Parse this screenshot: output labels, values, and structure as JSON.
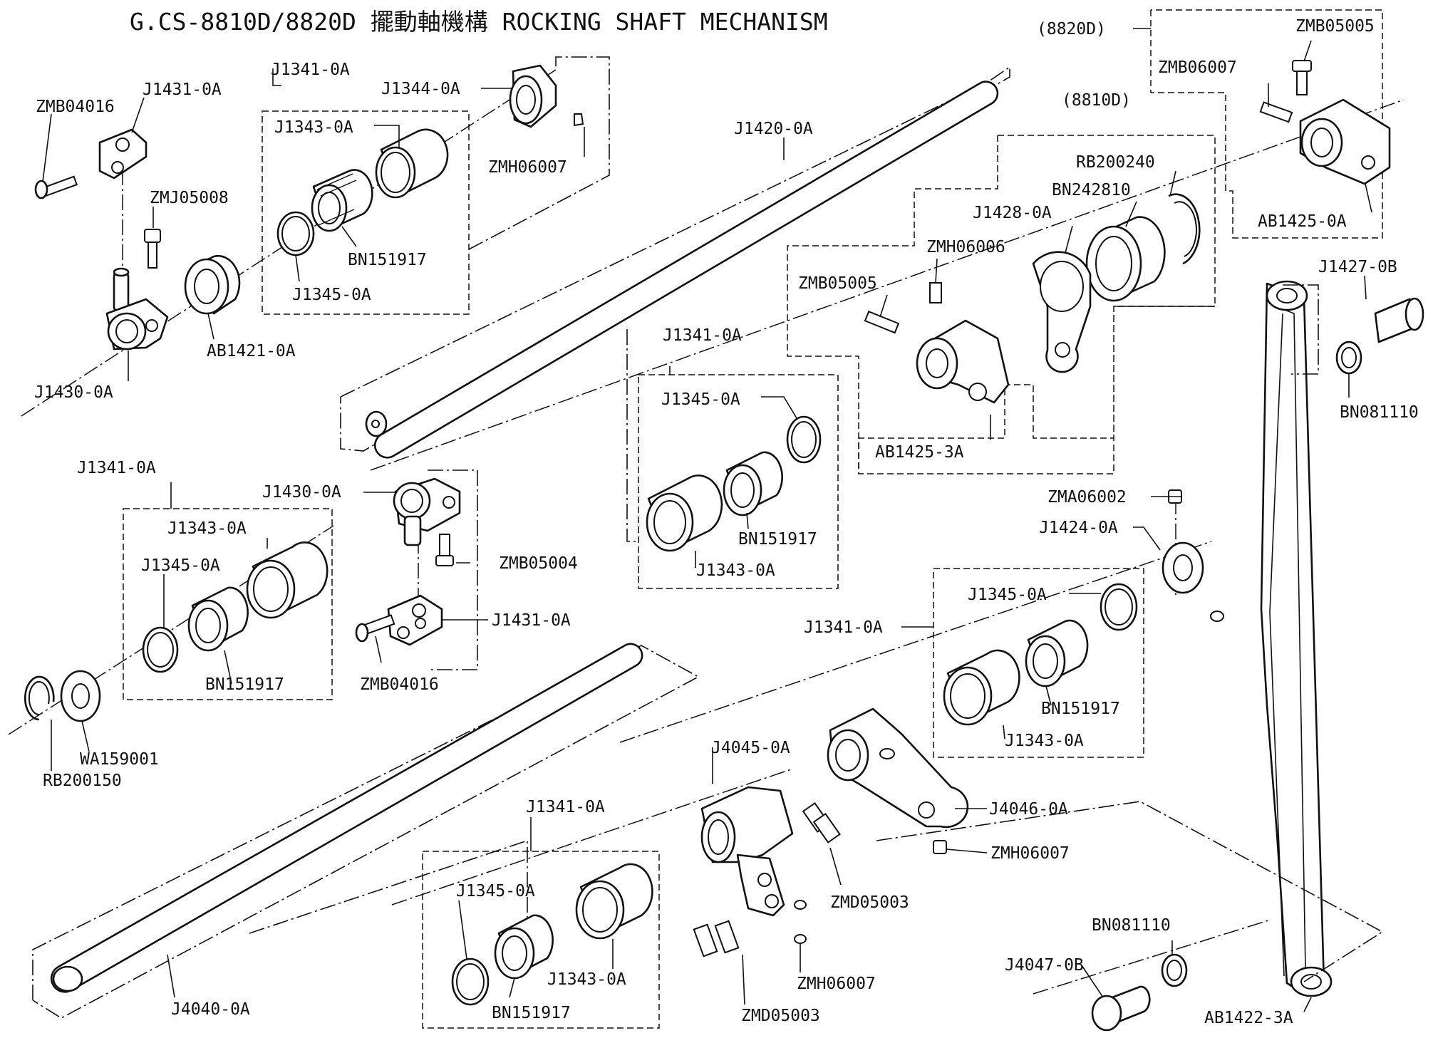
{
  "title": "G.CS-8810D/8820D 擺動軸機構 ROCKING SHAFT MECHANISM",
  "variants": {
    "v8820": "(8820D)",
    "v8810": "(8810D)"
  },
  "labels": [
    {
      "id": "l1",
      "text": "ZMB04016"
    },
    {
      "id": "l2",
      "text": "J1431-0A"
    },
    {
      "id": "l3",
      "text": "J1341-0A"
    },
    {
      "id": "l4",
      "text": "J1344-0A"
    },
    {
      "id": "l5",
      "text": "J1343-0A"
    },
    {
      "id": "l6",
      "text": "ZMH06007"
    },
    {
      "id": "l7",
      "text": "ZMJ05008"
    },
    {
      "id": "l8",
      "text": "BN151917"
    },
    {
      "id": "l9",
      "text": "J1345-0A"
    },
    {
      "id": "l10",
      "text": "AB1421-0A"
    },
    {
      "id": "l11",
      "text": "J1430-0A"
    },
    {
      "id": "l12",
      "text": "J1420-0A"
    },
    {
      "id": "l13",
      "text": "ZMB05005"
    },
    {
      "id": "l14",
      "text": "ZMB06007"
    },
    {
      "id": "l15",
      "text": "AB1425-0A"
    },
    {
      "id": "l16",
      "text": "RB200240"
    },
    {
      "id": "l17",
      "text": "BN242810"
    },
    {
      "id": "l18",
      "text": "J1428-0A"
    },
    {
      "id": "l19",
      "text": "ZMH06006"
    },
    {
      "id": "l20",
      "text": "ZMB05005"
    },
    {
      "id": "l21",
      "text": "AB1425-3A"
    },
    {
      "id": "l22",
      "text": "J1427-0B"
    },
    {
      "id": "l23",
      "text": "BN081110"
    },
    {
      "id": "l24",
      "text": "J1341-0A"
    },
    {
      "id": "l25",
      "text": "J1345-0A"
    },
    {
      "id": "l26",
      "text": "BN151917"
    },
    {
      "id": "l27",
      "text": "J1343-0A"
    },
    {
      "id": "l28",
      "text": "J1341-0A"
    },
    {
      "id": "l29",
      "text": "J1430-0A"
    },
    {
      "id": "l30",
      "text": "J1343-0A"
    },
    {
      "id": "l31",
      "text": "J1345-0A"
    },
    {
      "id": "l32",
      "text": "ZMB05004"
    },
    {
      "id": "l33",
      "text": "J1431-0A"
    },
    {
      "id": "l34",
      "text": "BN151917"
    },
    {
      "id": "l35",
      "text": "ZMB04016"
    },
    {
      "id": "l36",
      "text": "WA159001"
    },
    {
      "id": "l37",
      "text": "RB200150"
    },
    {
      "id": "l38",
      "text": "ZMA06002"
    },
    {
      "id": "l39",
      "text": "J1424-0A"
    },
    {
      "id": "l40",
      "text": "J1345-0A"
    },
    {
      "id": "l41",
      "text": "J1341-0A"
    },
    {
      "id": "l42",
      "text": "BN151917"
    },
    {
      "id": "l43",
      "text": "J1343-0A"
    },
    {
      "id": "l44",
      "text": "J4045-0A"
    },
    {
      "id": "l45",
      "text": "J4046-0A"
    },
    {
      "id": "l46",
      "text": "ZMH06007"
    },
    {
      "id": "l47",
      "text": "ZMD05003"
    },
    {
      "id": "l48",
      "text": "J1341-0A"
    },
    {
      "id": "l49",
      "text": "J1345-0A"
    },
    {
      "id": "l50",
      "text": "J1343-0A"
    },
    {
      "id": "l51",
      "text": "BN151917"
    },
    {
      "id": "l52",
      "text": "J4040-0A"
    },
    {
      "id": "l53",
      "text": "ZMH06007"
    },
    {
      "id": "l54",
      "text": "ZMD05003"
    },
    {
      "id": "l55",
      "text": "BN081110"
    },
    {
      "id": "l56",
      "text": "J4047-0B"
    },
    {
      "id": "l57",
      "text": "AB1422-3A"
    }
  ]
}
